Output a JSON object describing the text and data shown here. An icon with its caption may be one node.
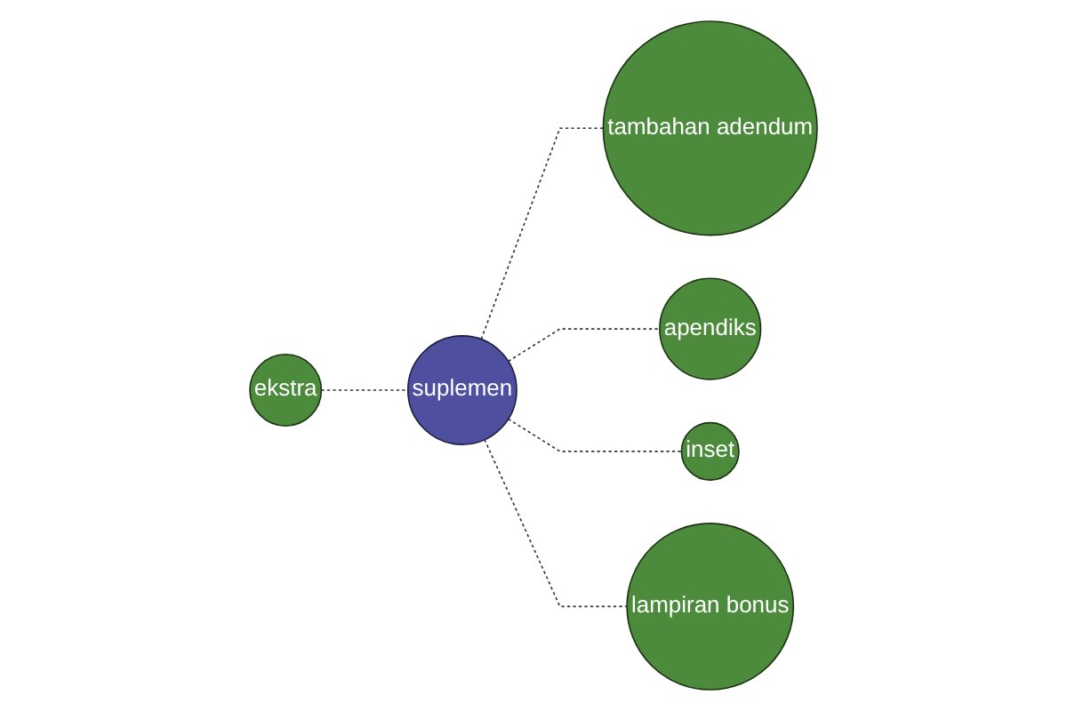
{
  "diagram": {
    "nodes": [
      {
        "text": [
          "tambahan adendum"
        ]
      },
      {
        "text": [
          "apendiks"
        ]
      },
      {
        "text": [
          "suplemen"
        ]
      },
      {
        "text": [
          "inset"
        ]
      },
      {
        "text": [
          "lampiran bonus"
        ]
      },
      {
        "text": [
          "ekstra"
        ]
      }
    ],
    "edges": [
      {
        "from": 2,
        "to": 0,
        "arrow": "none",
        "style": "dashed"
      },
      {
        "from": 2,
        "to": 1,
        "arrow": "none",
        "style": "dashed"
      },
      {
        "from": 2,
        "to": 3,
        "arrow": "none",
        "style": "dashed"
      },
      {
        "from": 2,
        "to": 4,
        "arrow": "none",
        "style": "dashed"
      },
      {
        "from": 5,
        "to": 2,
        "arrow": "none",
        "style": "dashed"
      }
    ]
  }
}
